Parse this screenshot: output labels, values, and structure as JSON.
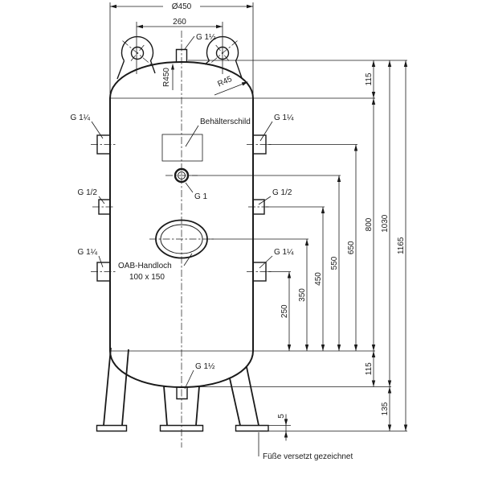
{
  "drawing": {
    "connections": {
      "top": "G 1½",
      "left_upper": "G 1¼",
      "left_middle": "G 1/2",
      "left_lower": "G 1¼",
      "right_upper": "G 1¼",
      "right_middle": "G 1/2",
      "right_lower": "G 1¼",
      "center": "G 1",
      "bottom": "G 1½"
    },
    "labels": {
      "nameplate": "Behälterschild",
      "handhole_name": "OAB-Handloch",
      "handhole_size": "100 x 150",
      "crown_radius": "R450",
      "knuckle_radius": "R45",
      "feet_note": "Füße versetzt gezeichnet"
    },
    "dimensions": {
      "diameter": "Ø450",
      "lug_spacing": "260",
      "top_head_height": "115",
      "nozzle_height_250": "250",
      "handhole_height_350": "350",
      "nozzle_height_450": "450",
      "nozzle_height_550": "550",
      "nozzle_height_650": "650",
      "shell_length": "800",
      "vessel_height": "1030",
      "total_height": "1165",
      "bottom_head_height": "115",
      "ground_clearance": "135",
      "foot_plate_thickness": "5"
    },
    "colors": {
      "line": "#1a1a1a",
      "background": "#ffffff"
    }
  }
}
